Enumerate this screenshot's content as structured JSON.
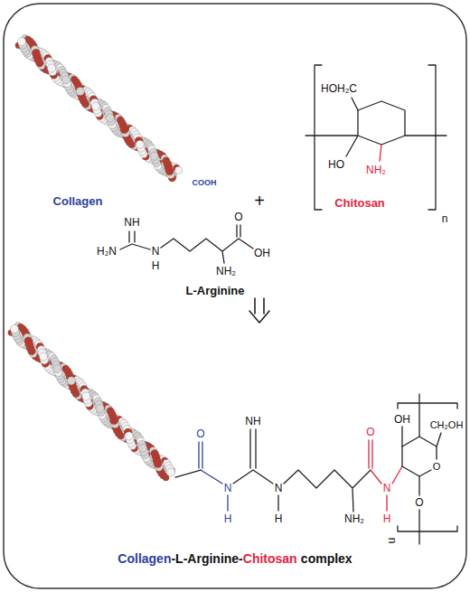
{
  "diagram": {
    "labels": [
      "COOH",
      "HOH₂C",
      "HO",
      "NH₂",
      "n",
      "Collagen",
      "Chitosan",
      "+",
      "H₂N",
      "NH",
      "N",
      "H",
      "NH₂",
      "O",
      "OH",
      "L-Arginine",
      "O",
      "NH",
      "N",
      "H",
      "N",
      "H",
      "NH₂",
      "O",
      "N",
      "H",
      "OH",
      "CH₂OH",
      "O",
      "O",
      "n",
      "Collagen",
      "-L-Arginine-",
      "Chitosan",
      "complex"
    ]
  }
}
